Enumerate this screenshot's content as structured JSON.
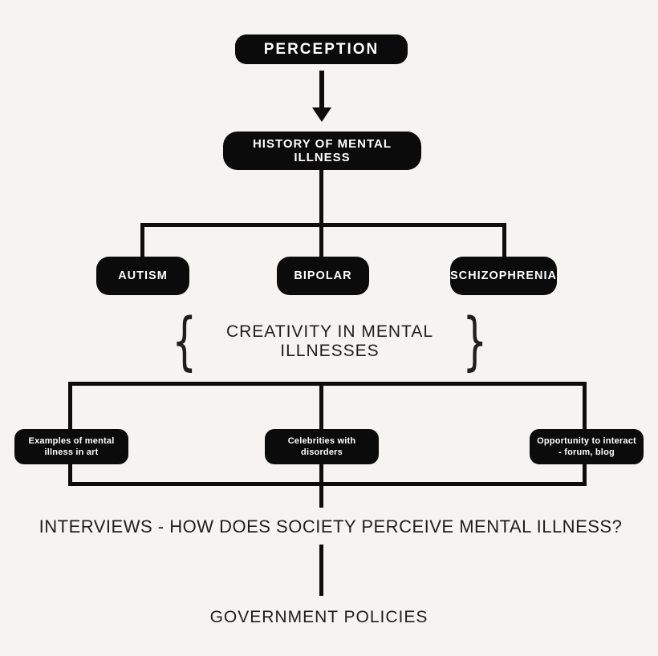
{
  "colors": {
    "background": "#f5f4f2",
    "node_fill": "#0b0b0b",
    "node_text": "#ffffff",
    "line_ink": "#0d0d0d",
    "heading_text": "#1e1e1e"
  },
  "flowchart": {
    "root": "PERCEPTION",
    "history": "HISTORY OF MENTAL ILLNESS",
    "disorders": [
      "AUTISM",
      "BIPOLAR",
      "SCHIZOPHRENIA"
    ],
    "creativity": {
      "brace_left": "{",
      "label": "CREATIVITY IN MENTAL ILLNESSES",
      "brace_right": "}"
    },
    "activities": [
      {
        "line1": "Examples of mental",
        "line2": "illness in art"
      },
      {
        "line1": "Celebrities with",
        "line2": "disorders"
      },
      {
        "line1": "Opportunity to interact",
        "line2": "- forum, blog"
      }
    ],
    "interviews": "INTERVIEWS - HOW DOES SOCIETY PERCEIVE MENTAL ILLNESS?",
    "government": "GOVERNMENT POLICIES"
  }
}
